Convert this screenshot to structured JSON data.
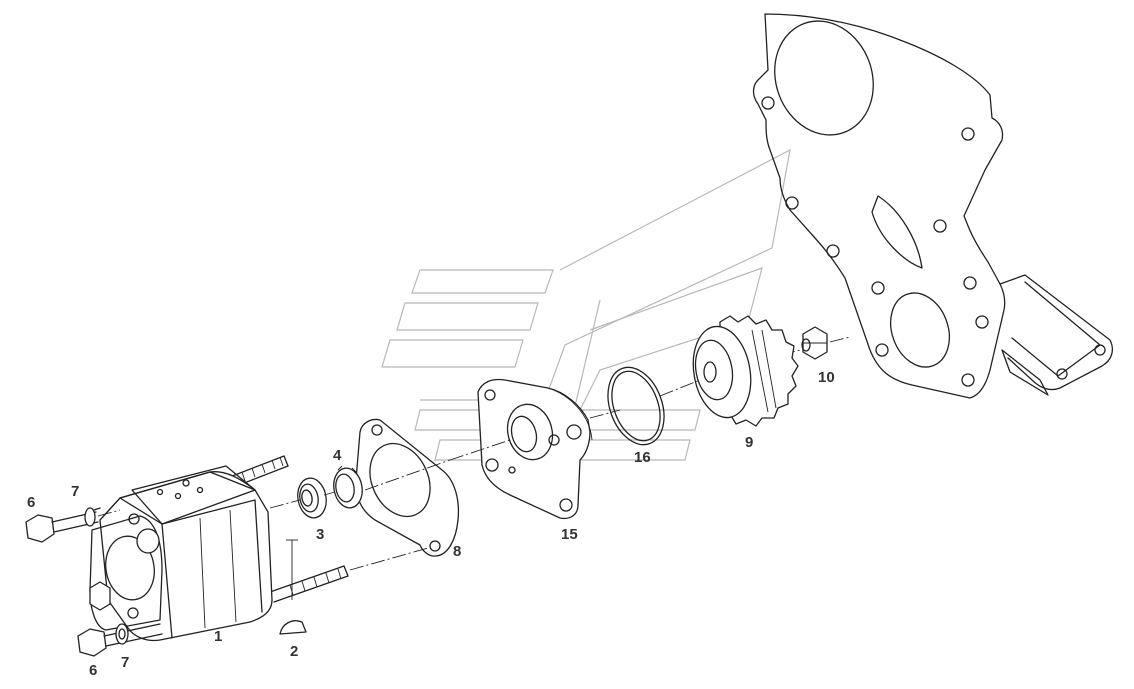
{
  "callouts": {
    "c1": "1",
    "c2": "2",
    "c3": "3",
    "c4": "4",
    "c6a": "6",
    "c6b": "6",
    "c7a": "7",
    "c7b": "7",
    "c8": "8",
    "c9": "9",
    "c10": "10",
    "c15": "15",
    "c16": "16"
  },
  "colors": {
    "line": "#222222",
    "label": "#333333",
    "watermark": "#b8b8b8"
  }
}
